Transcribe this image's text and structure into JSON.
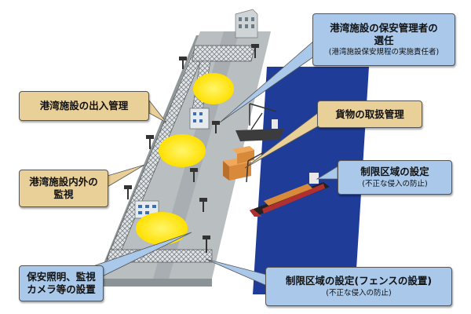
{
  "callouts": {
    "security_manager": {
      "title_line1": "港湾施設の保安管理者の",
      "title_line2": "選任",
      "note": "(港湾施設保安規程の実施責任者)"
    },
    "access_control": {
      "title": "港湾施設の出入管理"
    },
    "cargo_handling": {
      "title": "貨物の取扱管理"
    },
    "restricted_area": {
      "title": "制限区域の設定",
      "note": "(不正な侵入の防止)"
    },
    "monitoring": {
      "title_line1": "港湾施設内外の",
      "title_line2": "監視"
    },
    "lighting_cameras": {
      "title_line1": "保安照明、監視",
      "title_line2": "カメラ等の設置"
    },
    "fence": {
      "title": "制限区域の設定(フェンスの設置)",
      "note": "(不正な侵入の防止)"
    }
  },
  "colors": {
    "callout_tan": "#e9cf98",
    "callout_blue": "#a9c8ea",
    "water": "#1f3c99",
    "quay": "#b9bfc1",
    "light_spot": "#ffe83a",
    "fence": "#d9dde0",
    "ship_hull": "#b03030",
    "containers": "#d9893a"
  }
}
